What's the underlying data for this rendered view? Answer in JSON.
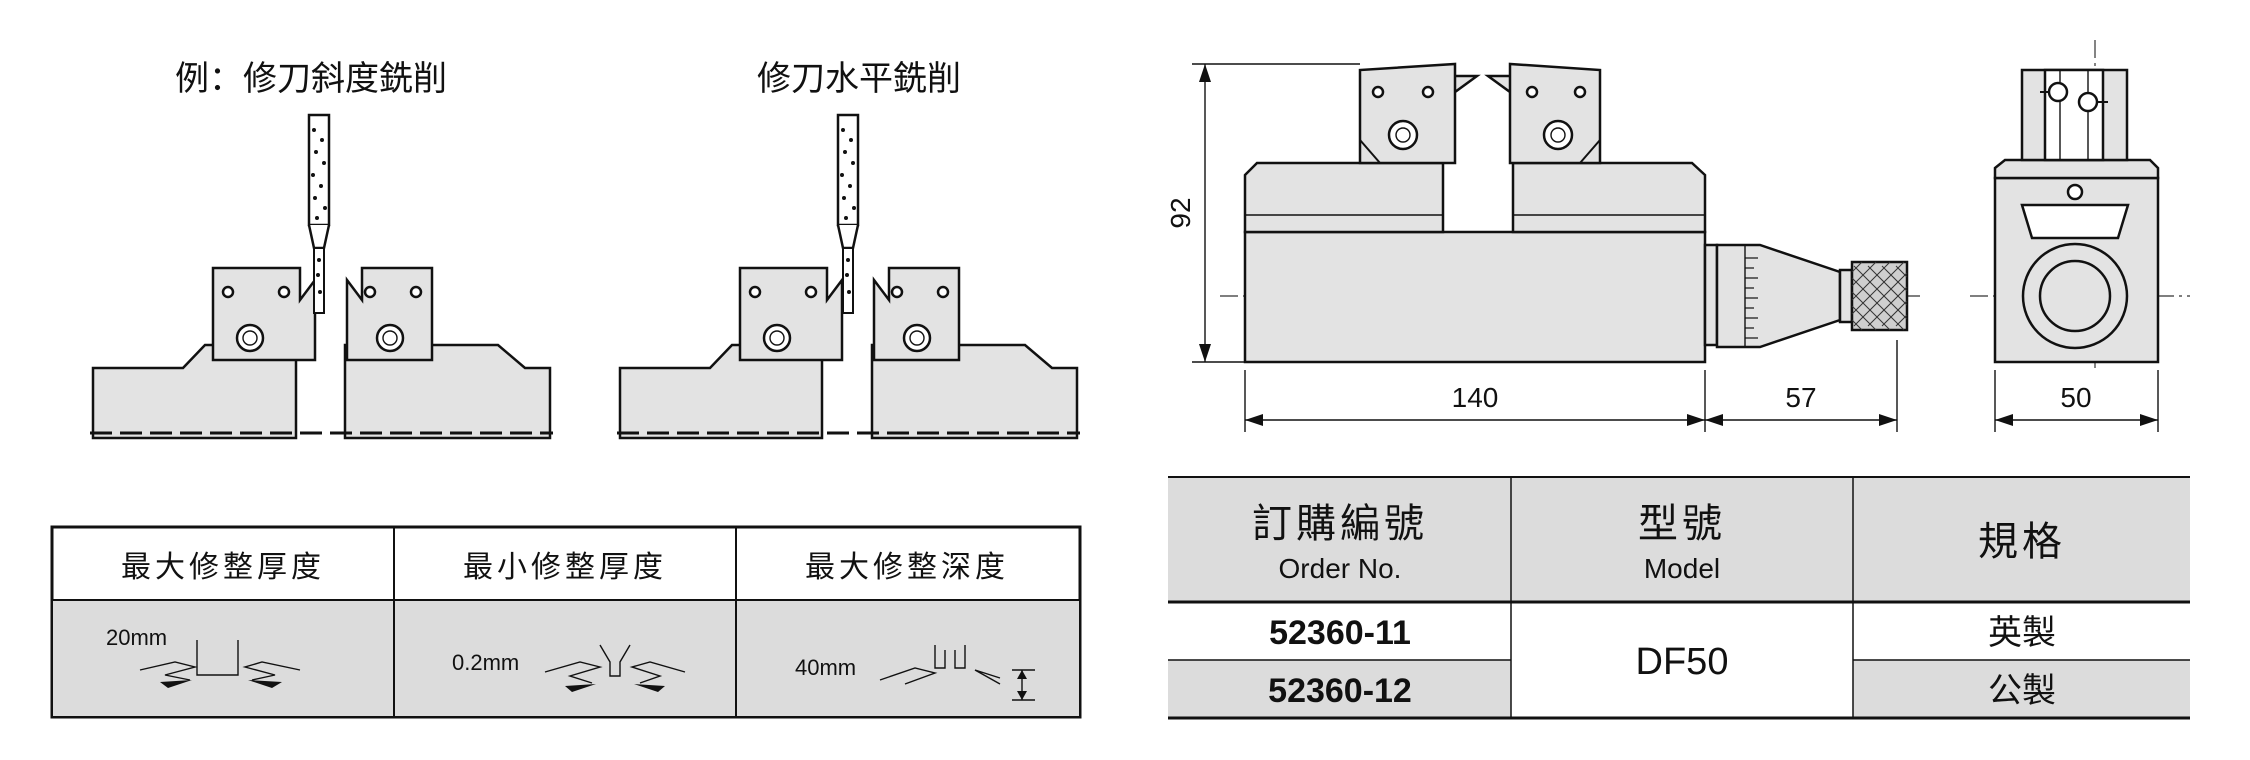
{
  "left_diagrams": {
    "caption_1": "例：修刀斜度銑削",
    "caption_2": "修刀水平銑削"
  },
  "dressing_table": {
    "headers": [
      "最大修整厚度",
      "最小修整厚度",
      "最大修整深度"
    ],
    "values": [
      "20mm",
      "0.2mm",
      "40mm"
    ]
  },
  "dimensions": {
    "height": "92",
    "length": "140",
    "micrometer": "57",
    "width": "50"
  },
  "order_table": {
    "header_order_cn": "訂購編號",
    "header_order_en": "Order No.",
    "header_model_cn": "型號",
    "header_model_en": "Model",
    "header_spec": "規格",
    "rows": [
      {
        "order": "52360-11",
        "spec": "英製"
      },
      {
        "order": "52360-12",
        "spec": "公製"
      }
    ],
    "model": "DF50"
  },
  "colors": {
    "table_header_bg": "#dcdcdc",
    "part_fill": "#e3e3e3",
    "line": "#111111"
  }
}
